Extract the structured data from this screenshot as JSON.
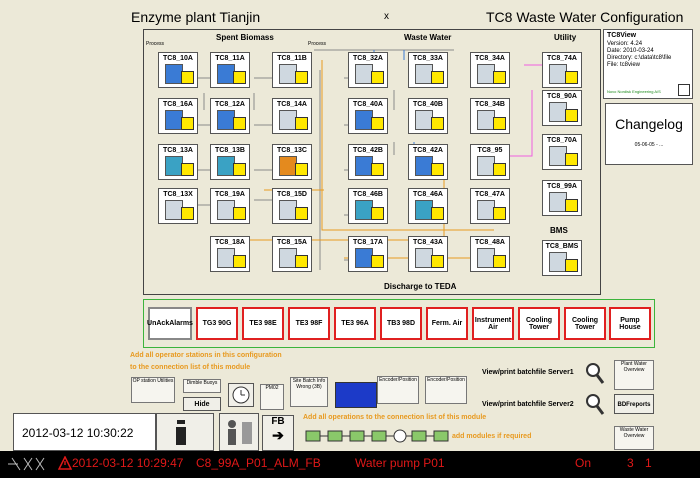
{
  "header": {
    "plant_title": "Enzyme plant Tianjin",
    "config_title": "TC8 Waste Water Configuration",
    "mark": "x"
  },
  "sections": {
    "spent_biomass": "Spent Biomass",
    "waste_water": "Waste Water",
    "utility": "Utility",
    "bms": "BMS",
    "discharge": "Discharge to TEDA",
    "process_label": "Process"
  },
  "nodes": [
    {
      "label": "TC8_10A",
      "color": "blue"
    },
    {
      "label": "TC8_11A",
      "color": "blue"
    },
    {
      "label": "TC8_11B",
      "color": "grey"
    },
    {
      "label": "TC8_16A",
      "color": "blue"
    },
    {
      "label": "TC8_12A",
      "color": "blue"
    },
    {
      "label": "TC8_14A",
      "color": "grey"
    },
    {
      "label": "TC8_13A",
      "color": "teal"
    },
    {
      "label": "TC8_13B",
      "color": "teal"
    },
    {
      "label": "TC8_13C",
      "color": "orange"
    },
    {
      "label": "TC8_13X",
      "color": "grey"
    },
    {
      "label": "TC8_19A",
      "color": "grey"
    },
    {
      "label": "TC8_15D",
      "color": "grey"
    },
    {
      "label": "TC8_18A",
      "color": "grey"
    },
    {
      "label": "TC8_15A",
      "color": "grey"
    },
    {
      "label": "TC8_32A",
      "color": "grey"
    },
    {
      "label": "TC8_33A",
      "color": "grey"
    },
    {
      "label": "TC8_34A",
      "color": "grey"
    },
    {
      "label": "TC8_40A",
      "color": "blue"
    },
    {
      "label": "TC8_40B",
      "color": "grey"
    },
    {
      "label": "TC8_34B",
      "color": "grey"
    },
    {
      "label": "TC8_42B",
      "color": "blue"
    },
    {
      "label": "TC8_42A",
      "color": "blue"
    },
    {
      "label": "TC8_95",
      "color": "grey"
    },
    {
      "label": "TC8_46B",
      "color": "teal"
    },
    {
      "label": "TC8_46A",
      "color": "teal"
    },
    {
      "label": "TC8_47A",
      "color": "grey"
    },
    {
      "label": "TC8_17A",
      "color": "blue"
    },
    {
      "label": "TC8_43A",
      "color": "grey"
    },
    {
      "label": "TC8_48A",
      "color": "grey"
    },
    {
      "label": "TC8_74A",
      "color": "grey"
    },
    {
      "label": "TC8_90A",
      "color": "grey"
    },
    {
      "label": "TC8_70A",
      "color": "grey"
    },
    {
      "label": "TC8_99A",
      "color": "grey"
    },
    {
      "label": "TC8_BMS",
      "color": "grey"
    }
  ],
  "tc8view": {
    "title": "TC8View",
    "lines": [
      "Version: 4.24",
      "Date: 2010-03-24",
      "Directory: c:\\data\\tc8\\file",
      "File: tc8view"
    ],
    "footer": "Novo Nordisk Engineering A/S"
  },
  "changelog": {
    "title": "Changelog",
    "entry": "05-06-05 - ..."
  },
  "alarm_buttons": [
    "UnAckAlarms",
    "TG3 90G",
    "TE3 98E",
    "TE3 98F",
    "TE3 96A",
    "TB3 98D",
    "Ferm. Air",
    "Instrument Air",
    "Cooling Tower",
    "Cooling Tower",
    "Pump House"
  ],
  "notes": {
    "add_stations": "Add all operator stations in this configuration",
    "conn_list": "to the connection list of this module",
    "add_operations": "Add all operations to the connection list of this module",
    "add_modules": "add modules if required"
  },
  "tools": {
    "op_station": "OP station Utilities",
    "dimble": "Dimble Buoys",
    "hide_utility": "Hide Utility",
    "pm": "PM02",
    "site_batch": "Site Batch Info Wrong (3B)",
    "encoder1": "Encoder/Position",
    "encoder2": "Encoder/Position",
    "batch_server1": "View/print batchfile Server1",
    "batch_server2": "View/print batchfile Server2",
    "plant_water": "Plant Water Overview",
    "bdf_reports": "BDFreports",
    "waste_water_btn": "Waste Water Overview",
    "fb_label": "FB"
  },
  "clock": {
    "datetime": "2012-03-12 10:30:22"
  },
  "alarm": {
    "datetime": "2012-03-12 10:29:47",
    "tag": "C8_99A_P01_ALM_FB",
    "message": "Water pump P01",
    "state": "On",
    "priority": "3",
    "count": "1"
  },
  "colors": {
    "alarm_text": "#e01818",
    "status_bg": "#000000",
    "note_text": "#e89a20",
    "alarm_border": "#e02020",
    "group_border": "#3cb43c"
  }
}
